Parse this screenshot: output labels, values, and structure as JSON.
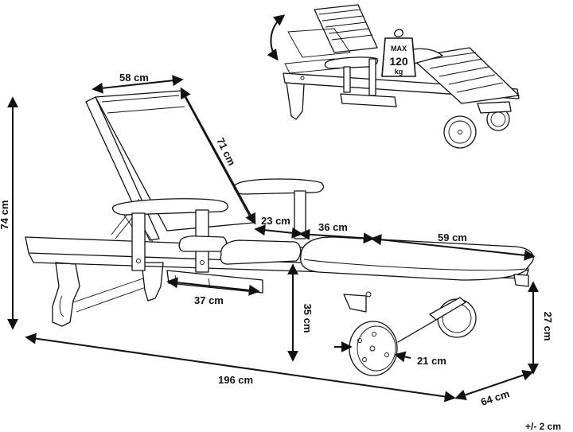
{
  "dimensions": {
    "backrest_width": "58 cm",
    "backrest_length": "71 cm",
    "total_height": "74 cm",
    "seat_segment": "23 cm",
    "middle_segment": "36 cm",
    "foot_segment": "59 cm",
    "under_clearance_width": "37 cm",
    "seat_height": "35 cm",
    "foot_height": "27 cm",
    "wheel_diameter": "21 cm",
    "total_length": "196 cm",
    "total_width": "64 cm"
  },
  "tolerance": "+/- 2 cm",
  "max_load": {
    "line1": "MAX",
    "line2": "120",
    "line3": "kg"
  }
}
